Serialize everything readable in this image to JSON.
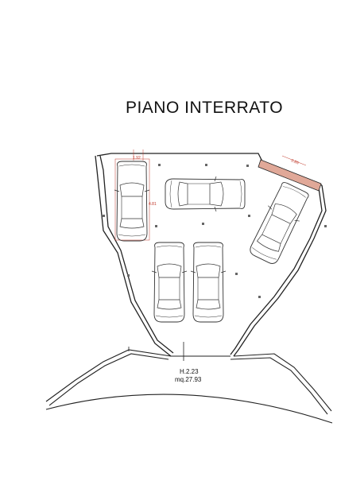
{
  "title": "PIANO INTERRATO",
  "room": {
    "height_label": "H.2.23",
    "area_label": "mq.27.93"
  },
  "dimensions": {
    "car_width": "1.92",
    "car_length": "4.81",
    "wall_segment": "0.85"
  },
  "colors": {
    "wall_line": "#222222",
    "dimension": "#c0392b",
    "wall_hatch": "#e0a898",
    "car_line": "#333333"
  }
}
